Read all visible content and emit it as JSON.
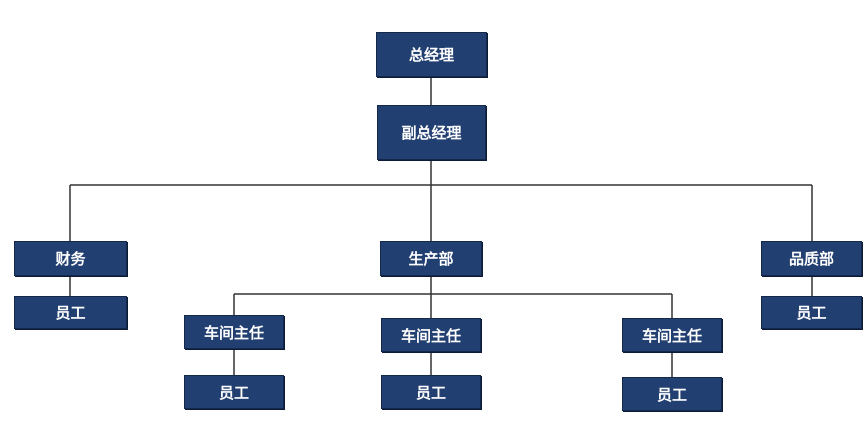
{
  "org_chart": {
    "colors": {
      "box_fill": "#213f70",
      "box_text": "#ffffff",
      "connector": "#333333"
    },
    "general_manager": "总经理",
    "deputy_general_manager": "副总经理",
    "finance": {
      "label": "财务",
      "staff": "员工"
    },
    "production": {
      "label": "生产部",
      "workshops": [
        {
          "label": "车间主任",
          "staff": "员工"
        },
        {
          "label": "车间主任",
          "staff": "员工"
        },
        {
          "label": "车间主任",
          "staff": "员工"
        }
      ]
    },
    "quality": {
      "label": "品质部",
      "staff": "员工"
    }
  }
}
